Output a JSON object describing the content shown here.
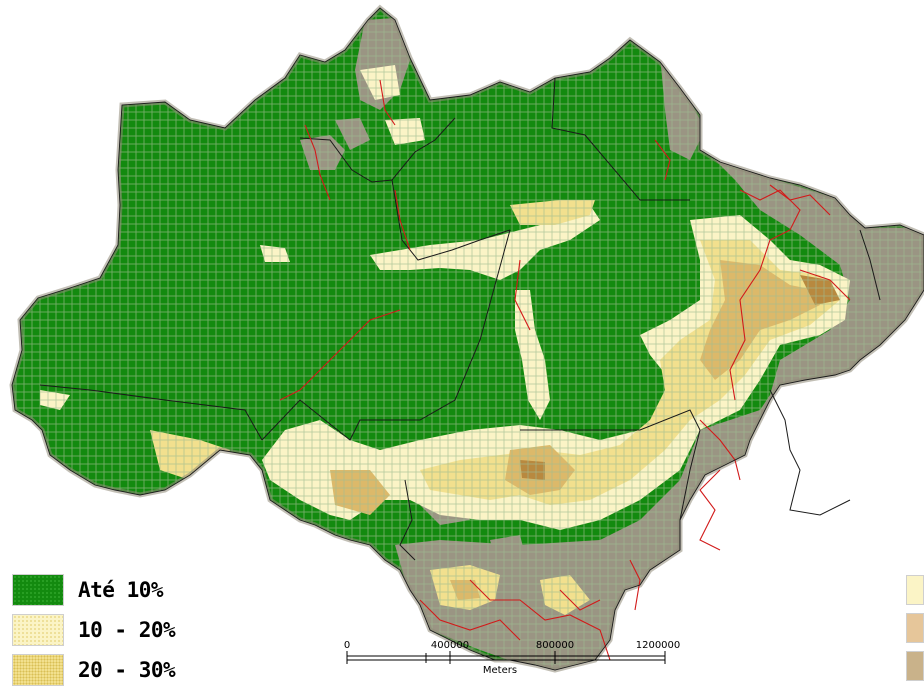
{
  "legend": {
    "items": [
      {
        "label": "Até 10%"
      },
      {
        "label": "10 - 20%"
      },
      {
        "label": "20 - 30%"
      }
    ]
  },
  "scale": {
    "ticks": [
      "0",
      "400000",
      "800000",
      "1200000"
    ],
    "units": "Meters"
  },
  "colors": {
    "class_upto_10": "#138a0f",
    "class_10_20": "#fbf4c6",
    "class_20_30": "#f2e08e",
    "class_high": "#dcb96a",
    "class_very_high": "#b8893f",
    "non_forest": "#9a9583",
    "grid_line": "#c9c5b5",
    "roads": "#d21a1a",
    "borders": "#1a1a1a"
  }
}
